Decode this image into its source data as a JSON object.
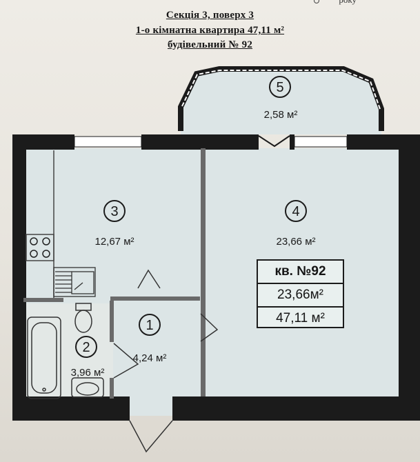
{
  "header": {
    "line1": "Секція 3, поверх 3",
    "line2": "1-о кімнатна квартира 47,11 м²",
    "line3": "будівельний № 92"
  },
  "corner_text": "року",
  "rooms": [
    {
      "num": "1",
      "area": "4,24 м²"
    },
    {
      "num": "2",
      "area": "3,96 м²"
    },
    {
      "num": "3",
      "area": "12,67 м²"
    },
    {
      "num": "4",
      "area": "23,66 м²"
    },
    {
      "num": "5",
      "area": "2,58 м²"
    }
  ],
  "summary": {
    "title": "кв. №92",
    "living_area": "23,66м²",
    "total_area": "47,11 м²"
  },
  "colors": {
    "wall": "#1b1b1b",
    "floor": "#dce5e6",
    "line": "#3a3a3a"
  }
}
